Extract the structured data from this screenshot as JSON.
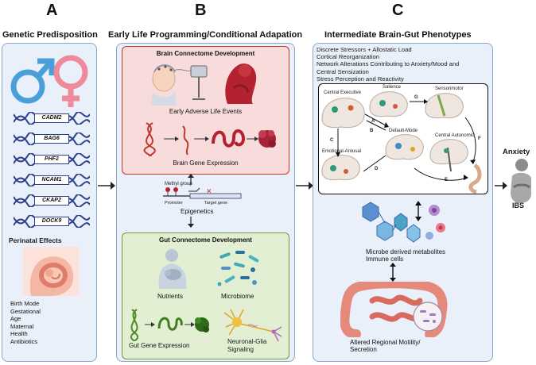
{
  "columns": {
    "a": {
      "letter": "A",
      "title": "Genetic Predisposition",
      "genes": [
        "CADM2",
        "BAG6",
        "PHF2",
        "NCAM1",
        "CKAP2",
        "DOCK9"
      ],
      "perinatal_title": "Perinatal Effects",
      "perinatal_items": [
        "Birth Mode",
        "Gestational",
        "Age",
        "Maternal",
        "Health",
        "Antibiotics"
      ]
    },
    "b": {
      "letter": "B",
      "title": "Early Life Programming/Conditional Adapation",
      "brain_panel": {
        "title": "Brain Connectome Development",
        "adverse_label": "Early Adverse Life Events",
        "expression_label": "Brain Gene Expression"
      },
      "epigenetics": {
        "methyl_label": "Methyl group",
        "promoter_label": "Promoter",
        "target_label": "Target gene",
        "title": "Epigenetics"
      },
      "gut_panel": {
        "title": "Gut Connectome Development",
        "nutrients_label": "Nutrients",
        "microbiome_label": "Microbiome",
        "expression_label": "Gut Gene Expression",
        "neuronal_label": "Neuronal-Glia Signaling"
      }
    },
    "c": {
      "letter": "C",
      "title": "Intermediate Brain-Gut Phenotypes",
      "phenotypes": [
        "Discrete Stressors + Allostatic Load",
        "Cortical Reorganization",
        "Network Alterations Contributing to Anxiety/Mood and",
        "Central Sensization",
        "Stress Perception and Reactivity"
      ],
      "networks": {
        "central_executive": "Central Executive",
        "salience": "Salience",
        "sensorimotor": "Sensorimotor",
        "default_mode": "Default-Mode",
        "emotional_arousal": "Emotional-Arousal",
        "central_autonomic": "Central Autonomic",
        "arrow_letters": [
          "A",
          "B",
          "C",
          "D",
          "E",
          "F",
          "G"
        ]
      },
      "microbe_label_1": "Microbe derived metabolites",
      "microbe_label_2": "Immune cells",
      "motility_label_1": "Altered Regional Motility/",
      "motility_label_2": "Secretion"
    }
  },
  "outcomes": {
    "anxiety": "Anxiety",
    "ibs": "IBS"
  },
  "colors": {
    "panel_border": "#8aa6cf",
    "panel_fill": "#e9f0fa",
    "brain_panel_border": "#c0392b",
    "brain_panel_fill": "#f8dcdc",
    "gut_panel_border": "#6e9a3a",
    "gut_panel_fill": "#e3efd2",
    "male": "#4a9fd8",
    "female": "#ee8a9a",
    "dna_blue": "#2c3f8a"
  }
}
